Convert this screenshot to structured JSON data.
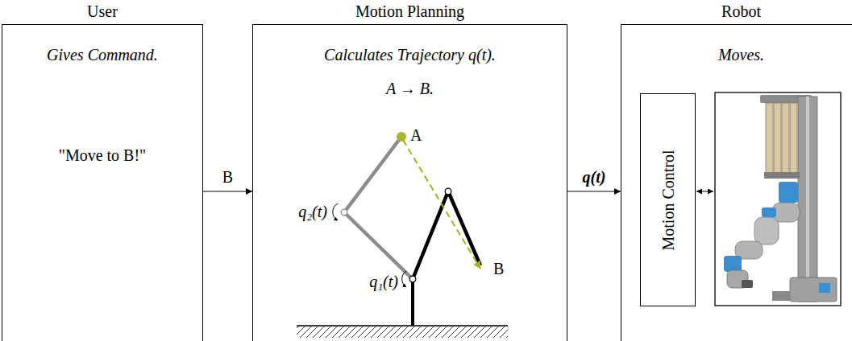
{
  "diagram": {
    "nodes": [
      {
        "text": [
          "User",
          "Gives Command.",
          "\"Move to B!\""
        ]
      },
      {
        "text": [
          "Motion Planning",
          "Calculates Trajectory q(t).",
          "A → B."
        ]
      },
      {
        "text": [
          "Robot",
          "Moves."
        ]
      },
      {
        "text": [
          "Motion Control"
        ],
        "in": 2
      }
    ],
    "edges": [
      {
        "from": 0,
        "to": 1,
        "label": "B",
        "arrow": "to"
      },
      {
        "from": 1,
        "to": 2,
        "label": "q(t)",
        "arrow": "to"
      }
    ],
    "labels": [
      "A",
      "B",
      "q₂(t)",
      "q₁(t)"
    ]
  }
}
